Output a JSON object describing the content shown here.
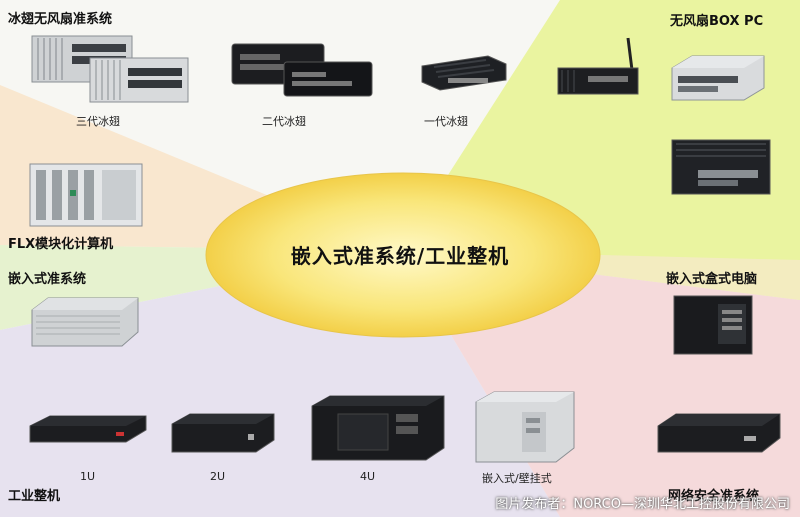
{
  "center_title": "嵌入式准系统/工业整机",
  "sections": {
    "cooling_fin": {
      "title": "冰翅无风扇准系统",
      "items": [
        "三代冰翅",
        "二代冰翅",
        "一代冰翅"
      ]
    },
    "fanless_box": {
      "title": "无风扇BOX PC"
    },
    "flx": {
      "title": "FLX模块化计算机"
    },
    "embedded_barebone": {
      "title": "嵌入式准系统"
    },
    "embedded_box": {
      "title": "嵌入式盒式电脑"
    },
    "industrial": {
      "title": "工业整机",
      "items": [
        "1U",
        "2U",
        "4U",
        "嵌入式/壁挂式"
      ]
    },
    "network_security": {
      "title": "网络安全准系统"
    }
  },
  "credit": "图片发布者：NORCO—深圳华北工控股份有限公司",
  "colors": {
    "top": "#f7f7f3",
    "right_yellow": "#eaf4a0",
    "left_peach": "#f9e7cf",
    "left_green": "#e2f0c8",
    "bottom_lavender": "#e7e2ef",
    "right_pink": "#f5dadb",
    "ellipse": "#f6d84a"
  }
}
